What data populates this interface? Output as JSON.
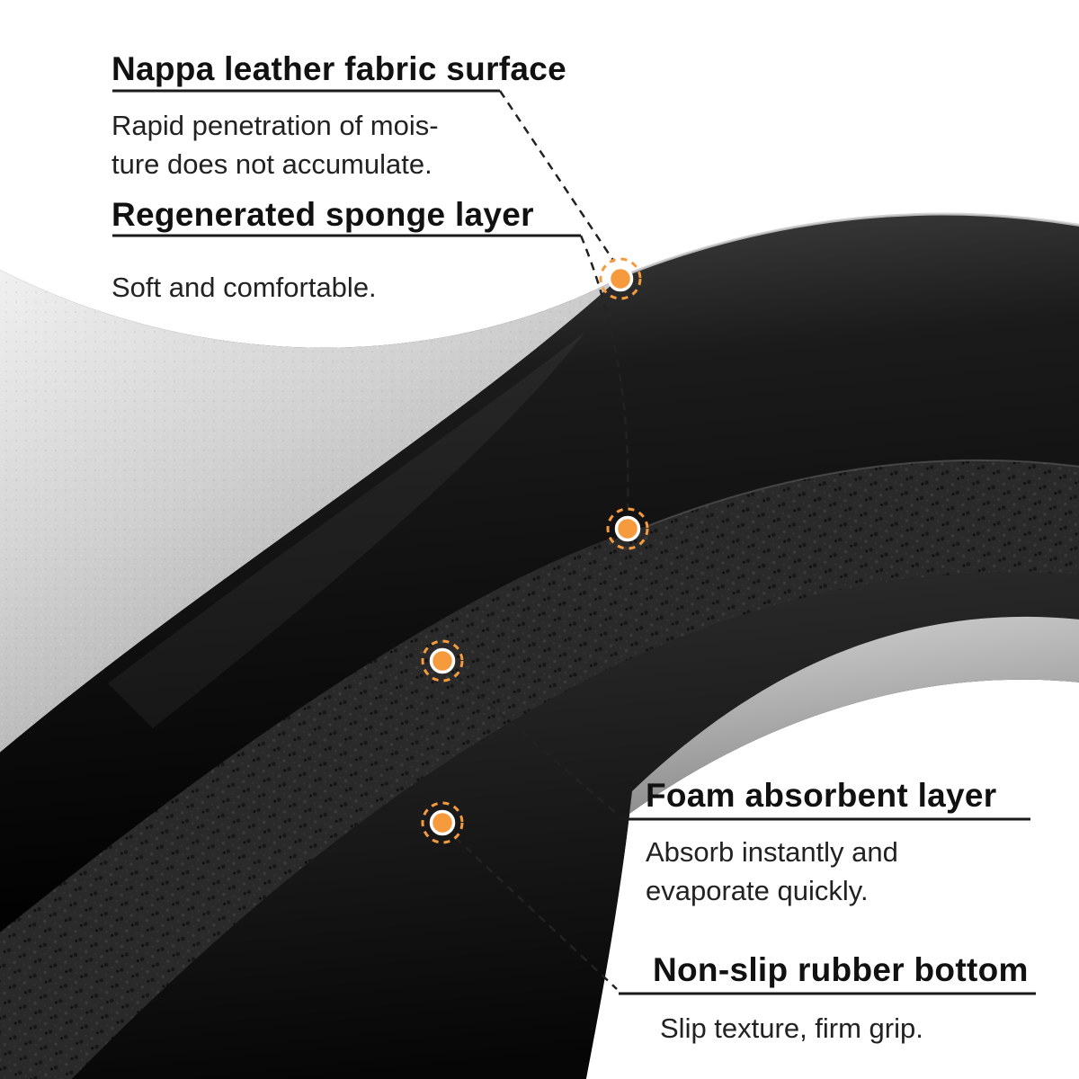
{
  "page": {
    "type": "product-layer-infographic",
    "background_color": "#ffffff"
  },
  "accent": {
    "marker_color": "#f59b3e",
    "leader_line_color": "#1a1a1a"
  },
  "callouts": [
    {
      "id": "fabric-surface",
      "title": "Nappa leather fabric surface",
      "description": "Rapid penetration of mois-\nture does not accumulate."
    },
    {
      "id": "sponge-layer",
      "title": "Regenerated sponge layer",
      "description": "Soft and comfortable."
    },
    {
      "id": "foam-layer",
      "title": "Foam absorbent layer",
      "description": "Absorb instantly and\nevaporate quickly."
    },
    {
      "id": "rubber-bottom",
      "title": "Non-slip rubber bottom",
      "description": "Slip texture, firm grip."
    }
  ],
  "markers": [
    {
      "name": "fabric-surface-marker"
    },
    {
      "name": "sponge-layer-marker"
    },
    {
      "name": "foam-layer-marker"
    },
    {
      "name": "rubber-bottom-marker"
    }
  ]
}
